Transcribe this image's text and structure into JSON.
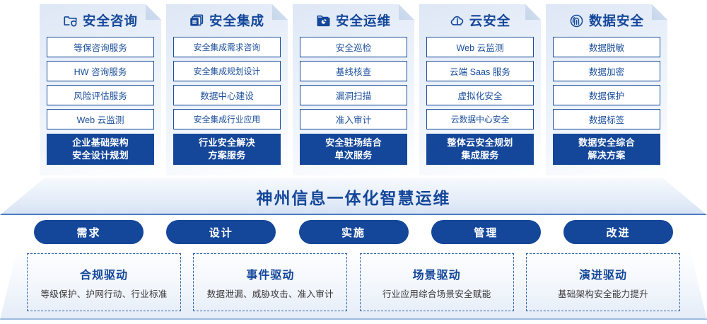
{
  "theme": {
    "primary": "#14479a",
    "panel_border": "#1c4f9c",
    "dashed_border": "#2b63ad",
    "text_dark": "#3a3a3a",
    "panel_bg_from": "#dee7f5",
    "panel_bg_to": "#ffffff"
  },
  "panels": [
    {
      "icon": "folder-shield-icon",
      "title": "安全咨询",
      "items": [
        "等保咨询服务",
        "HW 咨询服务",
        "风险评估服务",
        "Web 云监测"
      ],
      "solution_line1": "企业基础架构",
      "solution_line2": "安全设计规划"
    },
    {
      "icon": "stacked-documents-icon",
      "title": "安全集成",
      "items": [
        "安全集成需求咨询",
        "安全集成规划设计",
        "数据中心建设",
        "安全集成行业应用"
      ],
      "solution_line1": "行业安全解决",
      "solution_line2": "方案服务"
    },
    {
      "icon": "folder-chart-icon",
      "title": "安全运维",
      "items": [
        "安全巡检",
        "基线核查",
        "漏洞扫描",
        "准入审计"
      ],
      "solution_line1": "安全驻场结合",
      "solution_line2": "单次服务"
    },
    {
      "icon": "cloud-icon",
      "title": "云安全",
      "items": [
        "Web 云监测",
        "云端 Saas 服务",
        "虚拟化安全",
        "云数据中心安全"
      ],
      "solution_line1": "整体云安全规划",
      "solution_line2": "集成服务"
    },
    {
      "icon": "fingerprint-icon",
      "title": "数据安全",
      "items": [
        "数据脱敏",
        "数据加密",
        "数据保护",
        "数据标签"
      ],
      "solution_line1": "数据安全综合",
      "solution_line2": "解决方案"
    }
  ],
  "banner": {
    "title": "神州信息一体化智慧运维"
  },
  "pills": [
    {
      "label": "需求"
    },
    {
      "label": "设计"
    },
    {
      "label": "实施"
    },
    {
      "label": "管理"
    },
    {
      "label": "改进"
    }
  ],
  "drivers": [
    {
      "title": "合规驱动",
      "desc": "等级保护、护网行动、行业标准"
    },
    {
      "title": "事件驱动",
      "desc": "数据泄漏、威胁攻击、准入审计"
    },
    {
      "title": "场景驱动",
      "desc": "行业应用综合场景安全赋能"
    },
    {
      "title": "演进驱动",
      "desc": "基础架构安全能力提升"
    }
  ]
}
